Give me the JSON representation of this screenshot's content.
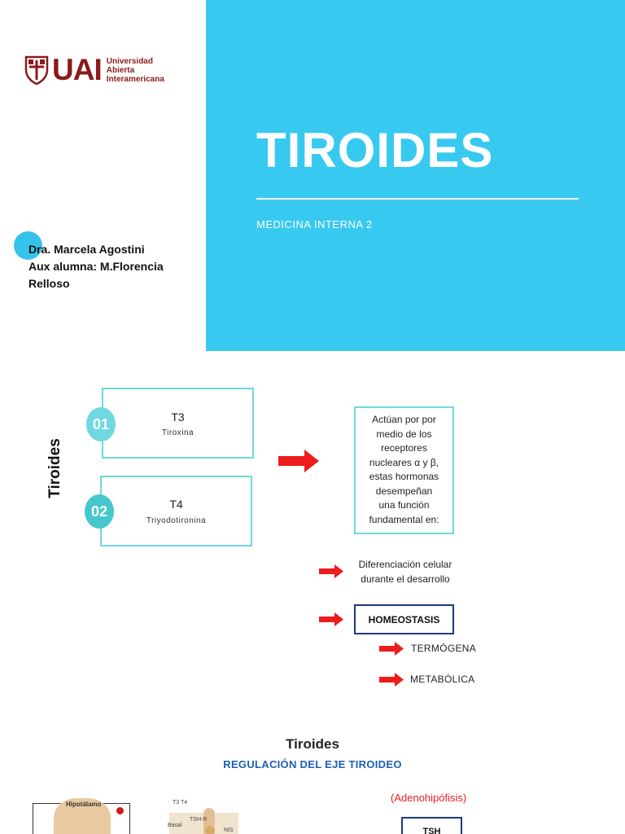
{
  "slide1": {
    "logo": {
      "acronym": "UAI",
      "line1": "Universidad",
      "line2": "Abierta",
      "line3": "Interamericana",
      "color": "#8b1a1a"
    },
    "authors": {
      "line1": "Dra. Marcela Agostini",
      "line2": "Aux alumna: M.Florencia",
      "line3": "Relloso"
    },
    "title": "TIROIDES",
    "subtitle": "MEDICINA INTERNA 2",
    "accent_color": "#38c9f0"
  },
  "slide2": {
    "side_label": "Tiroides",
    "hormones": [
      {
        "number": "01",
        "name": "T3",
        "desc": "Tiroxina"
      },
      {
        "number": "02",
        "name": "T4",
        "desc": "Triyodotironina"
      }
    ],
    "explanation": {
      "line1": "Actúan por por",
      "line2": "medio de los",
      "line3": "receptores",
      "line4": "nucleares α y β,",
      "line5": "estas hormonas",
      "line6": "desempeñan",
      "line7": "una función",
      "line8": "fundamental en:"
    },
    "diferenciacion": {
      "line1": "Diferenciación celular",
      "line2": "durante el desarrollo"
    },
    "homeostasis": "HOMEOSTASIS",
    "termogena": "TERMÓGENA",
    "metabolica": "METABÓLICA",
    "arrow_color": "#ee1c1c",
    "box_color": "#6fd8e0"
  },
  "slide3": {
    "title": "Tiroides",
    "subtitle": "REGULACIÓN DEL EJE TIROIDEO",
    "adenohipofisis": "(Adenohipófisis)",
    "tsh": "TSH",
    "hipotalamo": "Hipotálamo",
    "receptor_labels": {
      "hormones": "T3  T4",
      "tsh_r": "TSH-R",
      "basal": "Basal",
      "nis": "NIS"
    }
  }
}
